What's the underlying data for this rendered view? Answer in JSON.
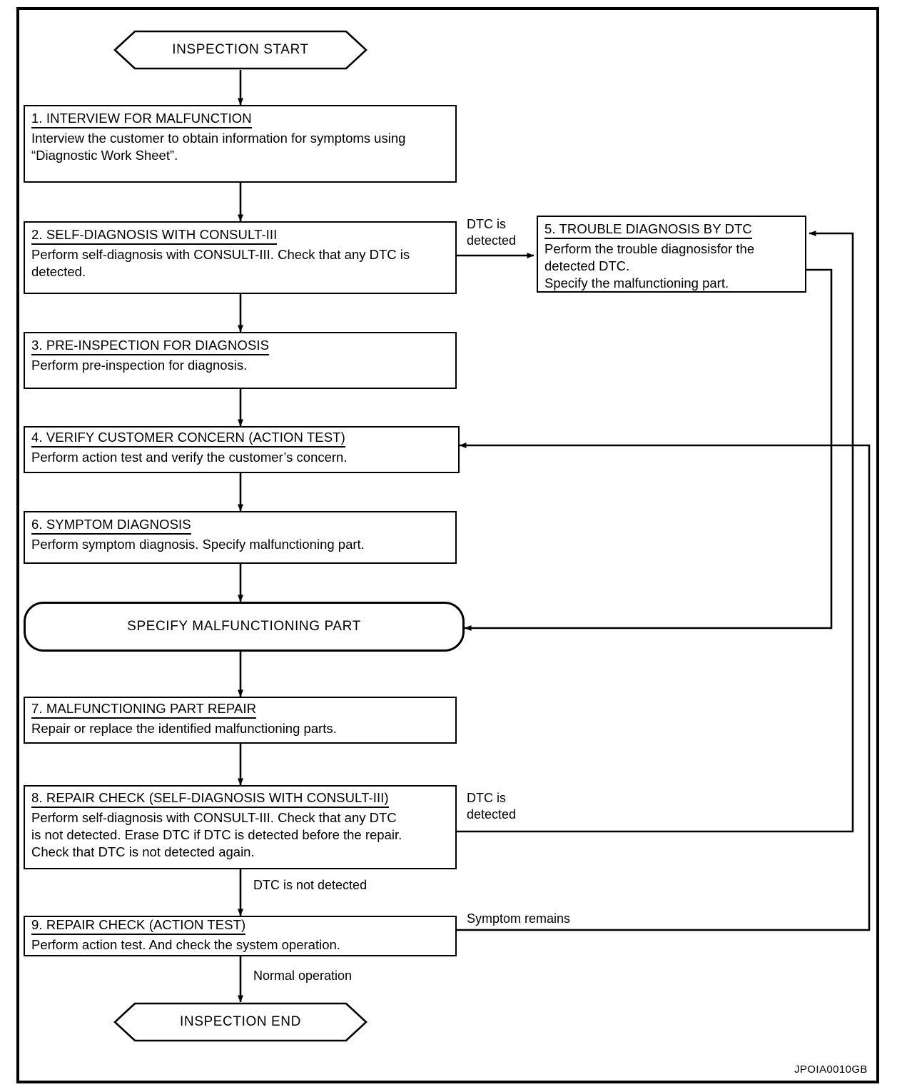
{
  "diagram": {
    "reference_code": "JPOIA0010GB",
    "terminators": {
      "start": "INSPECTION START",
      "end": "INSPECTION END"
    },
    "decision_node": "SPECIFY MALFUNCTIONING PART",
    "steps": [
      {
        "id": "step1",
        "header": "1. INTERVIEW FOR MALFUNCTION",
        "lines": [
          "Interview the customer to obtain information for symptoms using",
          "“Diagnostic Work Sheet”."
        ]
      },
      {
        "id": "step2",
        "header": "2. SELF-DIAGNOSIS WITH CONSULT-III",
        "lines": [
          "Perform self-diagnosis with CONSULT-III. Check that any DTC is",
          "detected."
        ]
      },
      {
        "id": "step3",
        "header": "3. PRE-INSPECTION FOR DIAGNOSIS",
        "lines": [
          "Perform pre-inspection for diagnosis."
        ]
      },
      {
        "id": "step4",
        "header": "4. VERIFY CUSTOMER CONCERN (ACTION TEST)",
        "lines": [
          "Perform action test and verify the customer’s concern."
        ]
      },
      {
        "id": "step5",
        "header": "5. TROUBLE DIAGNOSIS BY DTC",
        "lines": [
          "Perform the trouble diagnosisfor the",
          "detected DTC.",
          "Specify the malfunctioning part."
        ]
      },
      {
        "id": "step6",
        "header": "6. SYMPTOM DIAGNOSIS",
        "lines": [
          "Perform symptom diagnosis. Specify malfunctioning part."
        ]
      },
      {
        "id": "step7",
        "header": "7. MALFUNCTIONING PART REPAIR",
        "lines": [
          "Repair or replace the identified malfunctioning parts."
        ]
      },
      {
        "id": "step8",
        "header": "8. REPAIR CHECK (SELF-DIAGNOSIS WITH CONSULT-III)",
        "lines": [
          "Perform self-diagnosis with CONSULT-III. Check that any DTC",
          "is not detected. Erase DTC if DTC is detected before the repair.",
          "Check that DTC is not detected again."
        ]
      },
      {
        "id": "step9",
        "header": "9. REPAIR CHECK (ACTION TEST)",
        "lines": [
          "Perform action test. And check the system operation."
        ]
      }
    ],
    "edge_labels": {
      "dtc_detected_2": {
        "line1": "DTC is",
        "line2": "detected"
      },
      "dtc_detected_8": {
        "line1": "DTC is",
        "line2": "detected"
      },
      "dtc_not_detected": "DTC is not detected",
      "symptom_remains": "Symptom remains",
      "normal_operation": "Normal operation"
    }
  }
}
